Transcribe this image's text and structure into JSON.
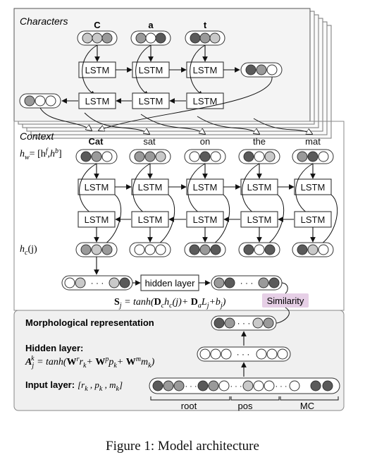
{
  "colors": {
    "dark": "#5a5a5a",
    "mid": "#9a9a9a",
    "light": "#c9c9c9",
    "white": "#ffffff",
    "panel": "#f0f0f0",
    "similarity_bg": "#e6cfe6"
  },
  "characters": {
    "title": "Characters",
    "chars": [
      "C",
      "a",
      "t"
    ],
    "lstm_label": "LSTM"
  },
  "context": {
    "title": "Context",
    "words": [
      "Cat",
      "sat",
      "on",
      "the",
      "mat"
    ],
    "hw_label": "h",
    "hw_sub": "w",
    "hw_eq": "= [h",
    "hw_f": "f",
    "hw_comma": ",h",
    "hw_b": "b",
    "hw_end": "]",
    "hc_label": "h",
    "hc_sub": "c",
    "hc_j": "(j)",
    "lstm_label": "LSTM"
  },
  "hidden": {
    "label": "hidden layer",
    "similarity": "Similarity",
    "eq_S": "S",
    "eq_j": "j",
    "eq_rest1": " = tanh(",
    "eq_D": "D",
    "eq_c": "c",
    "eq_h": "h",
    "eq_c2": "c",
    "eq_rest2": "(j)+ ",
    "eq_D2": "D",
    "eq_a": "a",
    "eq_L": "L",
    "eq_j2": "j",
    "eq_b": "+b",
    "eq_j3": "j",
    "eq_close": ")"
  },
  "morph": {
    "title": "Morphological representation",
    "hidden_title": "Hidden layer:",
    "A": "A",
    "A_sub": "j",
    "A_sup": "k",
    "eq1": " = tanh(",
    "W": "W",
    "W_r": "r",
    "r": "r",
    "r_k": "k",
    "plus1": "+ ",
    "W2": "W",
    "W_p": "p",
    "p": "p",
    "p_k": "k",
    "plus2": "+ ",
    "W3": "W",
    "W_m": "m",
    "m": "m",
    "m_k": "k",
    "close": ")",
    "input_title": "Input layer:",
    "input_vec": "[r",
    "in_k1": "k",
    "in_p": " , p",
    "in_k2": "k",
    "in_m": " , m",
    "in_k3": "k",
    "in_close": "]",
    "segments": [
      "root",
      "pos",
      "MC"
    ],
    "dots": "· · ·"
  },
  "caption": "Figure 1: Model architecture"
}
